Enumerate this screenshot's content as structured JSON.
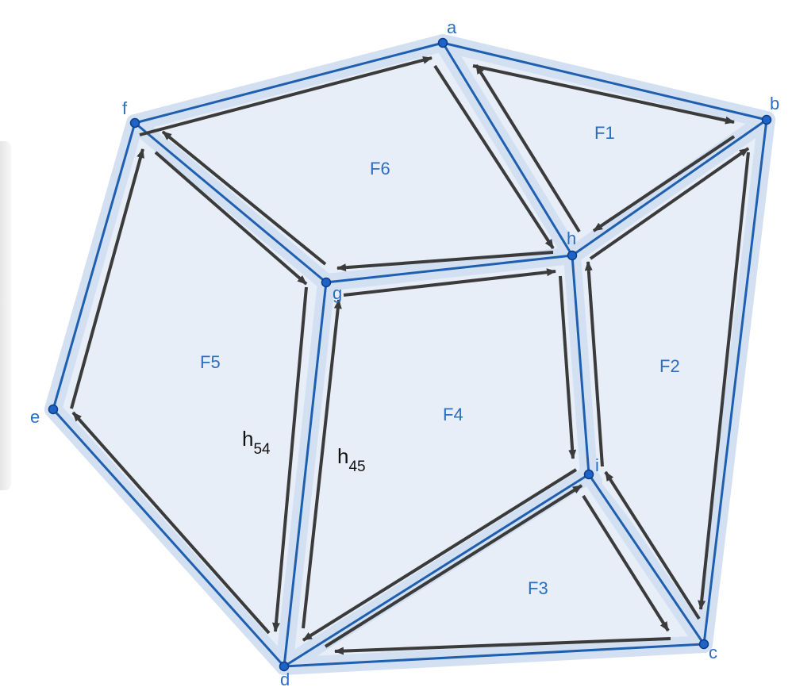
{
  "colors": {
    "edge": "#1f5fb0",
    "vertex": "#1f63c6",
    "vertex_stroke": "#0c3c85",
    "face_fill": "#e7eef8",
    "band_fill": "#d0dff0",
    "label": "#2c6ec0",
    "arrow": "#3b3b3b",
    "black": "#111111"
  },
  "vertices": {
    "a": "a",
    "b": "b",
    "c": "c",
    "d": "d",
    "e": "e",
    "f": "f",
    "g": "g",
    "h": "h",
    "i": "i"
  },
  "faces": {
    "F1": "F1",
    "F2": "F2",
    "F3": "F3",
    "F4": "F4",
    "F5": "F5",
    "F6": "F6"
  },
  "halfedges": {
    "h54": {
      "base": "h",
      "sub": "54"
    },
    "h45": {
      "base": "h",
      "sub": "45"
    }
  }
}
